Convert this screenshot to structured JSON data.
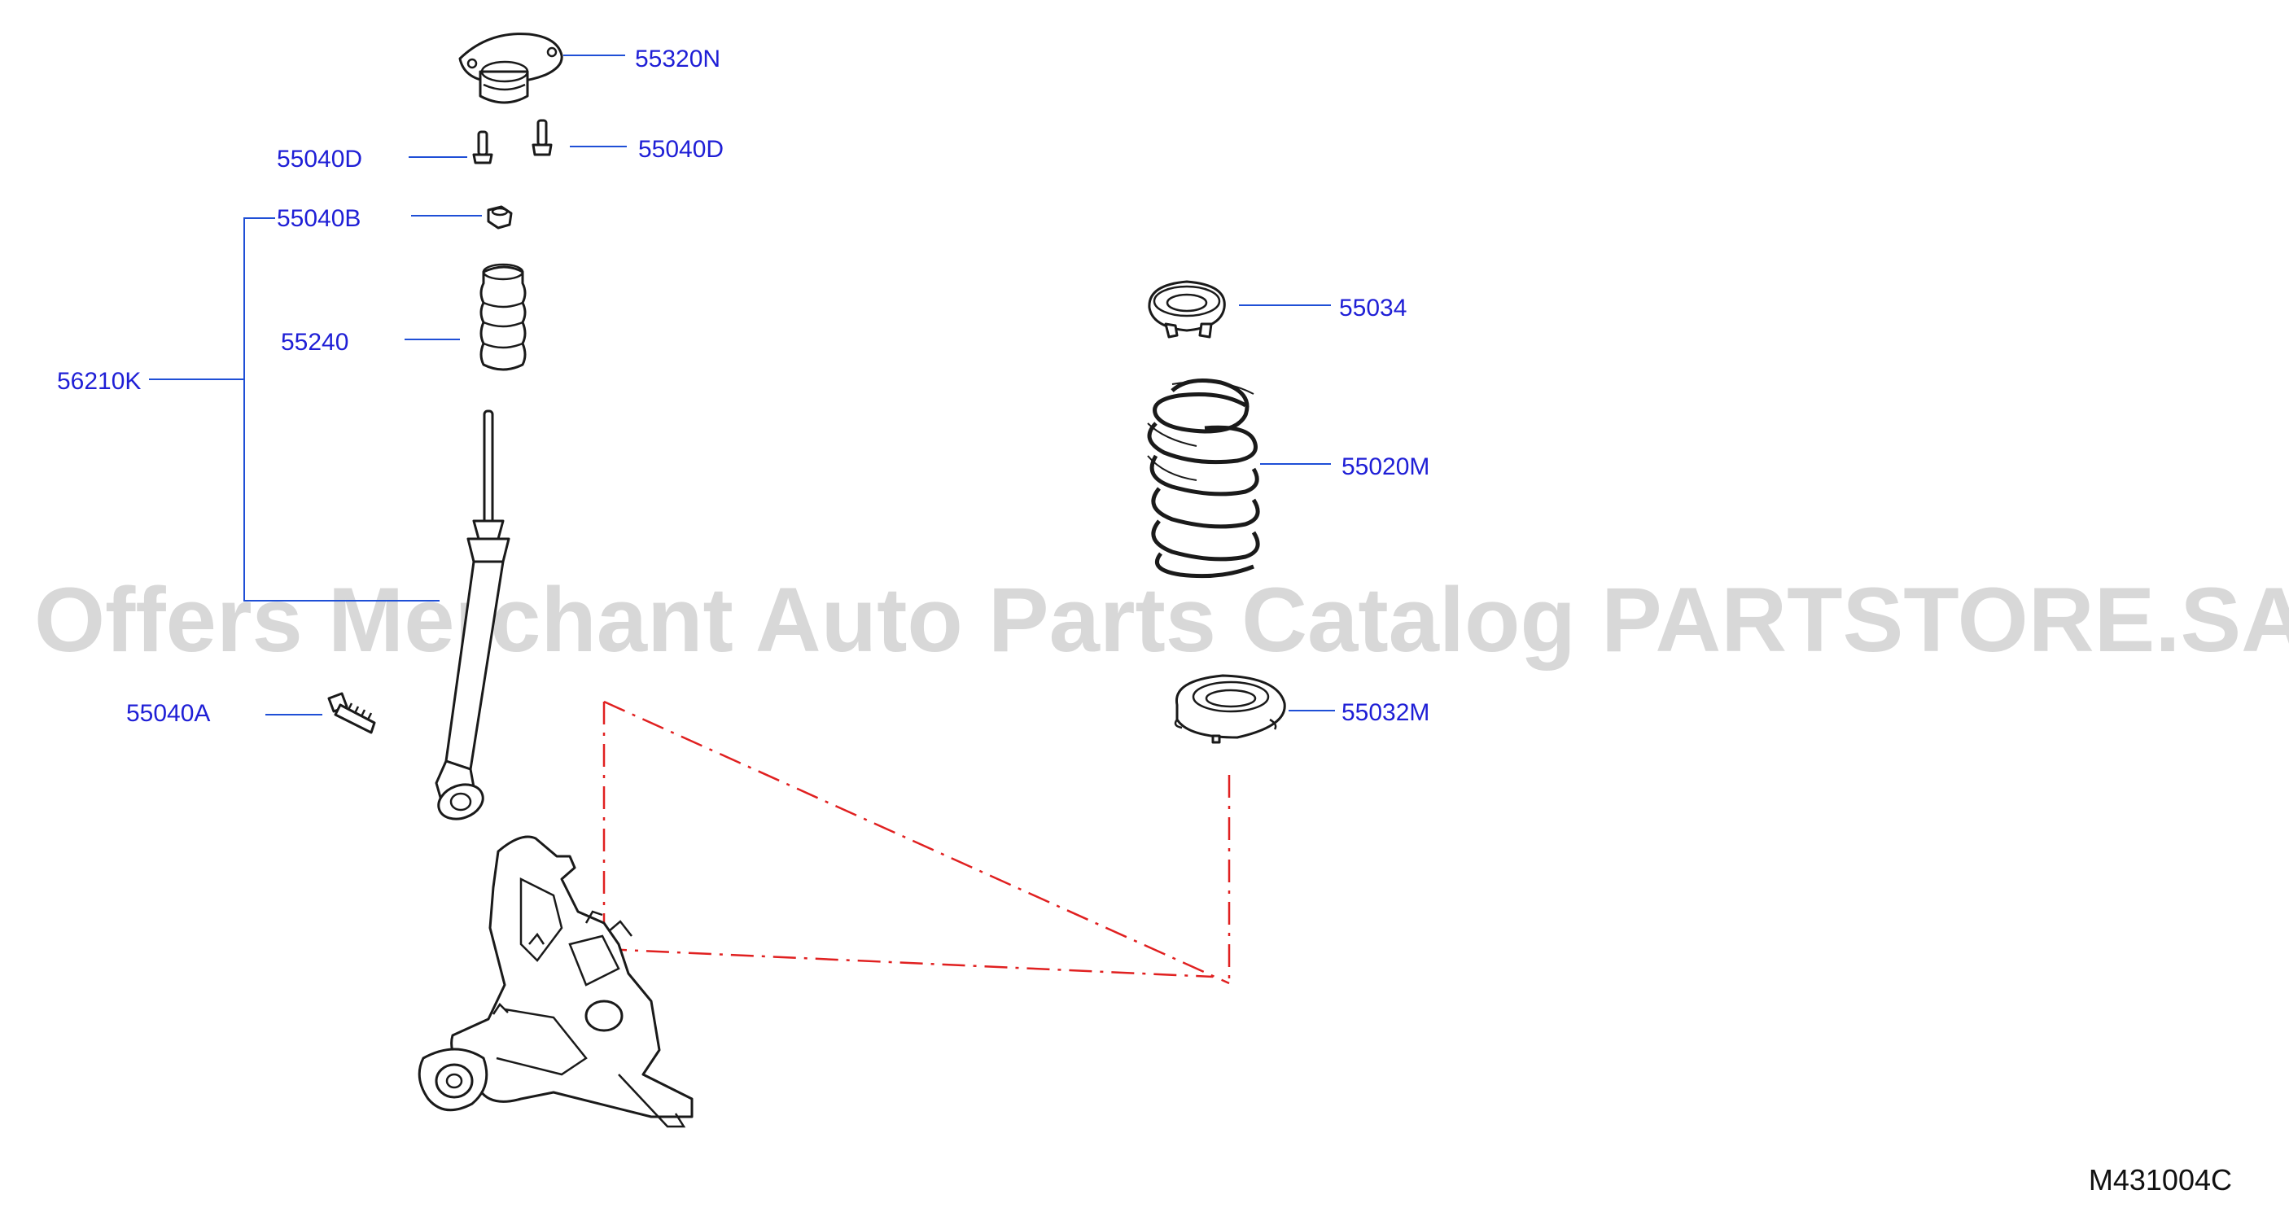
{
  "diagram": {
    "code": "M431004C",
    "watermark": "Offers Merchant Auto Parts Catalog PARTSTORE.SA",
    "colors": {
      "label": "#1f1fd6",
      "leader": "#1f4fd6",
      "dashed_line": "#e02020",
      "watermark": "#d8d8d8"
    },
    "labels": {
      "p55320N": "55320N",
      "p55040D_left": "55040D",
      "p55040D_right": "55040D",
      "p55040B": "55040B",
      "p55240": "55240",
      "p56210K": "56210K",
      "p55040A": "55040A",
      "p55034": "55034",
      "p55020M": "55020M",
      "p55032M": "55032M"
    }
  }
}
